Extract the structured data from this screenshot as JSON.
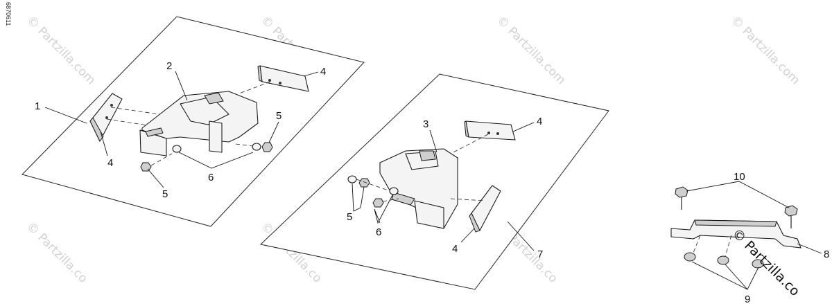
{
  "document_id": "6870611",
  "watermark": {
    "text": "© Partzilla.com",
    "text_cut": "© Partzilla.co",
    "overlay_text": "© Partzilla.co"
  },
  "callouts": {
    "c1": "1",
    "c2": "2",
    "c3": "3",
    "c4a": "4",
    "c4b": "4",
    "c4c": "4",
    "c4d": "4",
    "c5a": "5",
    "c5b": "5",
    "c5c": "5",
    "c6a": "6",
    "c6b": "6",
    "c7": "7",
    "c8": "8",
    "c9": "9",
    "c10": "10"
  }
}
